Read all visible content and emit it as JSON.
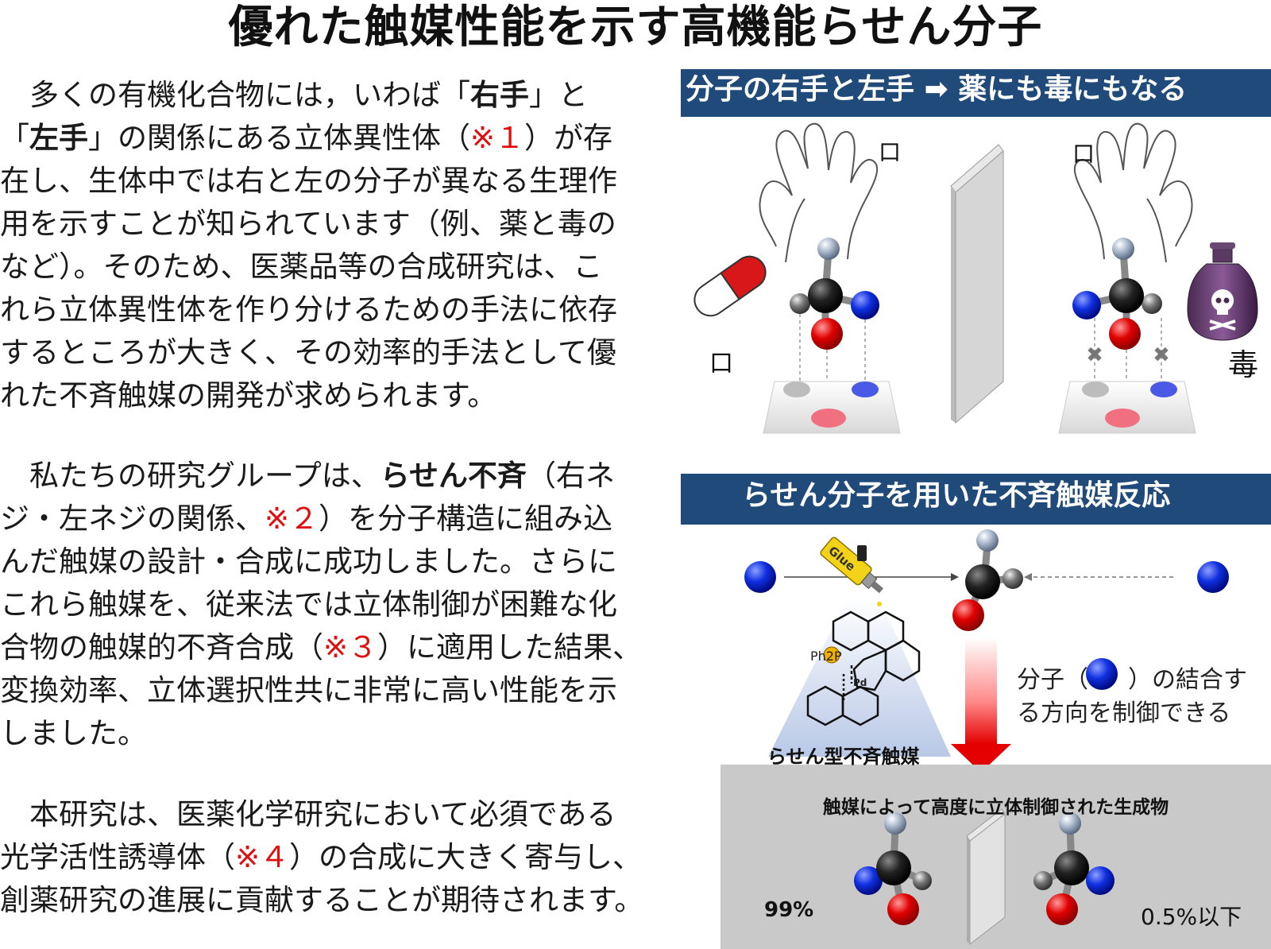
{
  "title": "優れた触媒性能を示す高機能らせん分子",
  "paragraphs": [
    {
      "lines": [
        [
          {
            "t": "　多くの有機化合物には，いわば「"
          },
          {
            "t": "右手",
            "s": "bold"
          },
          {
            "t": "」と"
          }
        ],
        [
          {
            "t": "「"
          },
          {
            "t": "左手",
            "s": "bold"
          },
          {
            "t": "」の関係にある立体異性体（"
          },
          {
            "t": "※１",
            "s": "red"
          },
          {
            "t": "）が存"
          }
        ],
        [
          {
            "t": "在し、生体中では右と左の分子が異なる生理作"
          }
        ],
        [
          {
            "t": "用を示すことが知られています（例、薬と毒の"
          }
        ],
        [
          {
            "t": "など）。そのため、医薬品等の合成研究は、こ"
          }
        ],
        [
          {
            "t": "れら立体異性体を作り分けるための手法に依存"
          }
        ],
        [
          {
            "t": "するところが大きく、その効率的手法として優"
          }
        ],
        [
          {
            "t": "れた不斉触媒の開発が求められます。"
          }
        ]
      ]
    },
    {
      "lines": [
        [
          {
            "t": "　私たちの研究グループは、"
          },
          {
            "t": "らせん不斉",
            "s": "bold"
          },
          {
            "t": "（右ネ"
          }
        ],
        [
          {
            "t": "ジ・左ネジの関係、"
          },
          {
            "t": "※２",
            "s": "red"
          },
          {
            "t": "）を分子構造に組み込"
          }
        ],
        [
          {
            "t": "んだ触媒の設計・合成に成功しました。さらに"
          }
        ],
        [
          {
            "t": "これら触媒を、従来法では立体制御が困難な化"
          }
        ],
        [
          {
            "t": "合物の触媒的不斉合成（"
          },
          {
            "t": "※３",
            "s": "red"
          },
          {
            "t": "）に適用した結果、"
          }
        ],
        [
          {
            "t": "変換効率、立体選択性共に非常に高い性能を示"
          }
        ],
        [
          {
            "t": "しました。"
          }
        ]
      ]
    },
    {
      "lines": [
        [
          {
            "t": "　本研究は、医薬化学研究において必須である"
          }
        ],
        [
          {
            "t": "光学活性誘導体（"
          },
          {
            "t": "※４",
            "s": "red"
          },
          {
            "t": "）の合成に大きく寄与し、"
          }
        ],
        [
          {
            "t": "創薬研究の進展に貢献することが期待されます。"
          }
        ]
      ]
    }
  ],
  "panel1": {
    "header": "分子の右手と左手 ➡ 薬にも毒にもなる",
    "left_small_mark": "口",
    "right_small_mark": "口",
    "drug_label": "口",
    "poison_label": "毒"
  },
  "panel2": {
    "header": "らせん分子を用いた不斉触媒反応",
    "glue_text": "Glue",
    "ph2p_label": "Ph2P",
    "pd_label": "Pd",
    "catalyst_label": "らせん型不斉触媒",
    "control_text_line1": "分子（",
    "control_text_line1b": "）の結合す",
    "control_text_line2": "る方向を制御できる",
    "result_title": "触媒によって高度に立体制御された生成物",
    "major_pct": "99%",
    "minor_pct": "0.5%以下"
  },
  "colors": {
    "header_bar": "#1f4a7a",
    "note_red": "#e01010",
    "oxygen_red": "#e00000",
    "nitrogen_blue": "#0a1fd6",
    "result_bg": "#c9c9c9"
  }
}
